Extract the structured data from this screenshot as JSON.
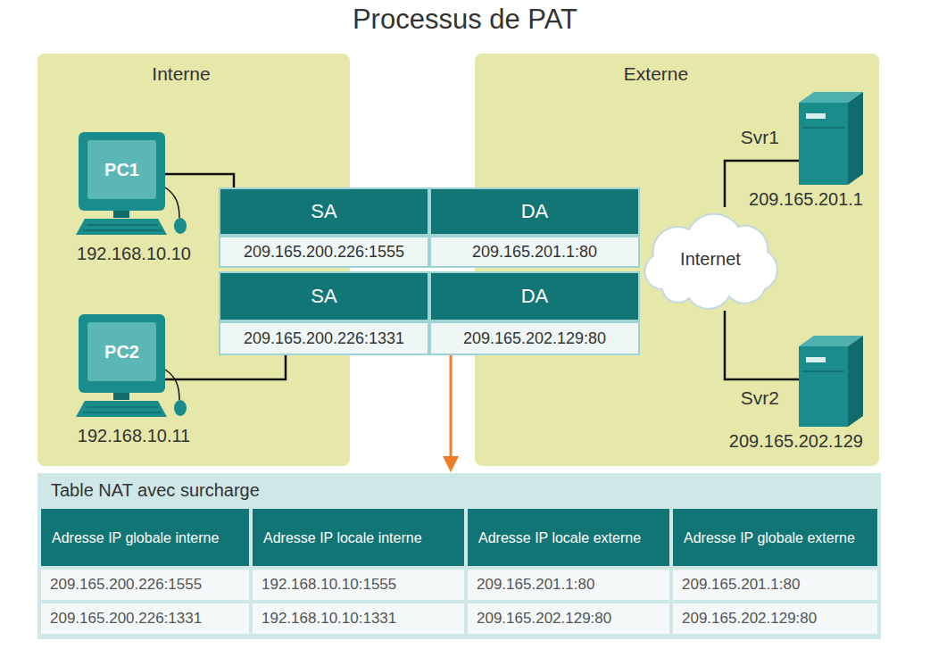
{
  "diagram": {
    "title": "Processus de PAT",
    "nodes": [
      {
        "text": [
          "Interne"
        ]
      },
      {
        "text": [
          "PC1",
          "192.168.10.10"
        ],
        "in": 0
      },
      {
        "text": [
          "PC2",
          "192.168.10.11"
        ],
        "in": 0
      },
      {
        "text": [
          "Externe"
        ]
      },
      {
        "text": [
          "Svr1",
          "209.165.201.1"
        ],
        "in": 3
      },
      {
        "text": [
          "Internet"
        ],
        "in": 3
      },
      {
        "text": [
          "Svr2",
          "209.165.202.129"
        ],
        "in": 3
      },
      {
        "text": [
          "Table NAT avec surcharge"
        ]
      }
    ],
    "edges": [
      {
        "from": 5,
        "to": 4,
        "arrow": "none"
      },
      {
        "from": 5,
        "to": 6,
        "arrow": "none"
      }
    ],
    "labels": [
      "SA",
      "DA",
      "209.165.200.226:1555",
      "209.165.201.1:80",
      "SA",
      "DA",
      "209.165.200.226:1331",
      "209.165.202.129:80",
      "Adresse IP globale interne",
      "Adresse IP locale interne",
      "Adresse IP locale externe",
      "Adresse IP globale externe",
      "209.165.200.226:1555",
      "192.168.10.10:1555",
      "209.165.201.1:80",
      "209.165.201.1:80",
      "209.165.200.226:1331",
      "192.168.10.10:1331",
      "209.165.202.129:80",
      "209.165.202.129:80"
    ]
  }
}
